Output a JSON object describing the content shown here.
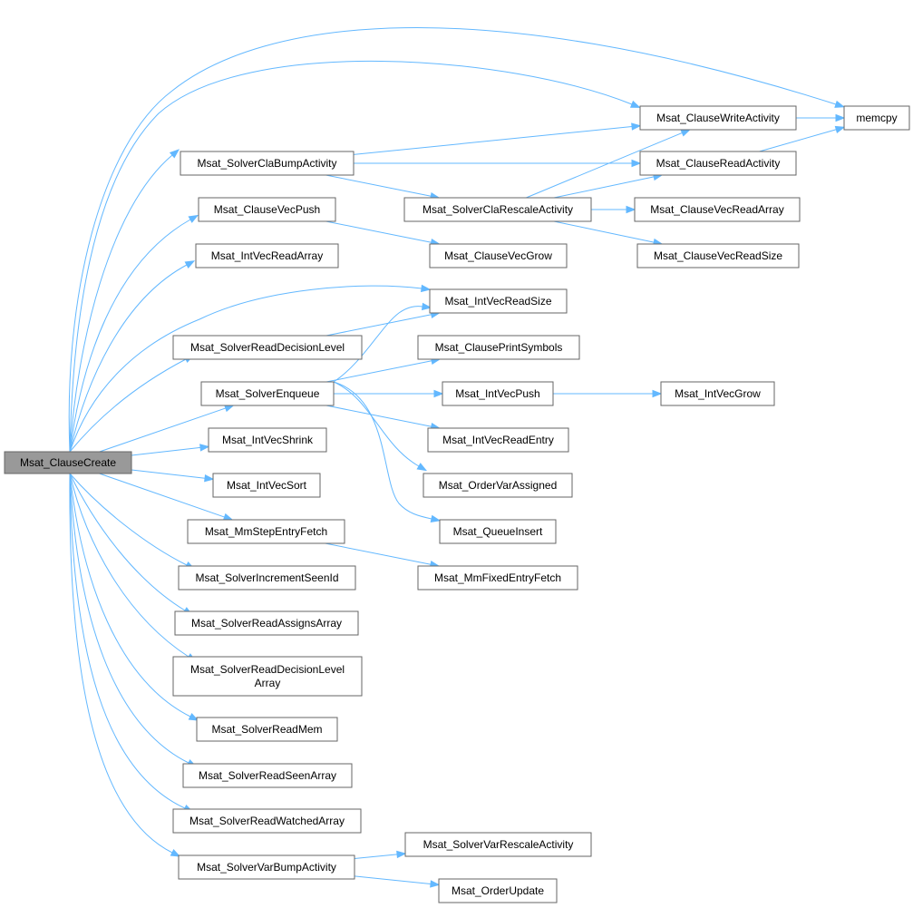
{
  "diagram": {
    "nodes": [
      {
        "id": "root",
        "lines": [
          "Msat_ClauseCreate"
        ],
        "root": true
      },
      {
        "id": "memcpy",
        "lines": [
          "memcpy"
        ]
      },
      {
        "id": "writeAct",
        "lines": [
          "Msat_ClauseWriteActivity"
        ]
      },
      {
        "id": "readAct",
        "lines": [
          "Msat_ClauseReadActivity"
        ]
      },
      {
        "id": "claBump",
        "lines": [
          "Msat_SolverClaBumpActivity"
        ]
      },
      {
        "id": "claRescale",
        "lines": [
          "Msat_SolverClaRescaleActivity"
        ]
      },
      {
        "id": "vecReadArray",
        "lines": [
          "Msat_ClauseVecReadArray"
        ]
      },
      {
        "id": "vecPush",
        "lines": [
          "Msat_ClauseVecPush"
        ]
      },
      {
        "id": "vecGrow",
        "lines": [
          "Msat_ClauseVecGrow"
        ]
      },
      {
        "id": "vecReadSize",
        "lines": [
          "Msat_ClauseVecReadSize"
        ]
      },
      {
        "id": "intReadArray",
        "lines": [
          "Msat_IntVecReadArray"
        ]
      },
      {
        "id": "intReadSize",
        "lines": [
          "Msat_IntVecReadSize"
        ]
      },
      {
        "id": "readDecLevel",
        "lines": [
          "Msat_SolverReadDecisionLevel"
        ]
      },
      {
        "id": "printSym",
        "lines": [
          "Msat_ClausePrintSymbols"
        ]
      },
      {
        "id": "enqueue",
        "lines": [
          "Msat_SolverEnqueue"
        ]
      },
      {
        "id": "intPush",
        "lines": [
          "Msat_IntVecPush"
        ]
      },
      {
        "id": "intGrow",
        "lines": [
          "Msat_IntVecGrow"
        ]
      },
      {
        "id": "intReadEntry",
        "lines": [
          "Msat_IntVecReadEntry"
        ]
      },
      {
        "id": "intShrink",
        "lines": [
          "Msat_IntVecShrink"
        ]
      },
      {
        "id": "orderVarAssigned",
        "lines": [
          "Msat_OrderVarAssigned"
        ]
      },
      {
        "id": "intSort",
        "lines": [
          "Msat_IntVecSort"
        ]
      },
      {
        "id": "queueInsert",
        "lines": [
          "Msat_QueueInsert"
        ]
      },
      {
        "id": "mmStep",
        "lines": [
          "Msat_MmStepEntryFetch"
        ]
      },
      {
        "id": "mmFixed",
        "lines": [
          "Msat_MmFixedEntryFetch"
        ]
      },
      {
        "id": "incSeen",
        "lines": [
          "Msat_SolverIncrementSeenId"
        ]
      },
      {
        "id": "readAssigns",
        "lines": [
          "Msat_SolverReadAssignsArray"
        ]
      },
      {
        "id": "readDecLevelArr",
        "lines": [
          "Msat_SolverReadDecisionLevel",
          "Array"
        ]
      },
      {
        "id": "readMem",
        "lines": [
          "Msat_SolverReadMem"
        ]
      },
      {
        "id": "readSeen",
        "lines": [
          "Msat_SolverReadSeenArray"
        ]
      },
      {
        "id": "readWatched",
        "lines": [
          "Msat_SolverReadWatchedArray"
        ]
      },
      {
        "id": "varBump",
        "lines": [
          "Msat_SolverVarBumpActivity"
        ]
      },
      {
        "id": "varRescale",
        "lines": [
          "Msat_SolverVarRescaleActivity"
        ]
      },
      {
        "id": "orderUpdate",
        "lines": [
          "Msat_OrderUpdate"
        ]
      }
    ],
    "edges": [
      {
        "from": "root",
        "to": "memcpy"
      },
      {
        "from": "root",
        "to": "writeAct"
      },
      {
        "from": "root",
        "to": "claBump"
      },
      {
        "from": "root",
        "to": "vecPush"
      },
      {
        "from": "root",
        "to": "intReadArray"
      },
      {
        "from": "root",
        "to": "intReadSize"
      },
      {
        "from": "root",
        "to": "readDecLevel"
      },
      {
        "from": "root",
        "to": "enqueue"
      },
      {
        "from": "root",
        "to": "intShrink"
      },
      {
        "from": "root",
        "to": "intSort"
      },
      {
        "from": "root",
        "to": "mmStep"
      },
      {
        "from": "root",
        "to": "incSeen"
      },
      {
        "from": "root",
        "to": "readAssigns"
      },
      {
        "from": "root",
        "to": "readDecLevelArr"
      },
      {
        "from": "root",
        "to": "readMem"
      },
      {
        "from": "root",
        "to": "readSeen"
      },
      {
        "from": "root",
        "to": "readWatched"
      },
      {
        "from": "root",
        "to": "varBump"
      },
      {
        "from": "writeAct",
        "to": "memcpy"
      },
      {
        "from": "readAct",
        "to": "memcpy"
      },
      {
        "from": "claBump",
        "to": "writeAct"
      },
      {
        "from": "claBump",
        "to": "readAct"
      },
      {
        "from": "claBump",
        "to": "claRescale"
      },
      {
        "from": "claRescale",
        "to": "writeAct"
      },
      {
        "from": "claRescale",
        "to": "readAct"
      },
      {
        "from": "claRescale",
        "to": "vecReadArray"
      },
      {
        "from": "claRescale",
        "to": "vecReadSize"
      },
      {
        "from": "vecPush",
        "to": "vecGrow"
      },
      {
        "from": "readDecLevel",
        "to": "intReadSize"
      },
      {
        "from": "enqueue",
        "to": "intReadSize"
      },
      {
        "from": "enqueue",
        "to": "printSym"
      },
      {
        "from": "enqueue",
        "to": "intPush"
      },
      {
        "from": "enqueue",
        "to": "intReadEntry"
      },
      {
        "from": "enqueue",
        "to": "orderVarAssigned"
      },
      {
        "from": "enqueue",
        "to": "queueInsert"
      },
      {
        "from": "intPush",
        "to": "intGrow"
      },
      {
        "from": "mmStep",
        "to": "mmFixed"
      },
      {
        "from": "varBump",
        "to": "varRescale"
      },
      {
        "from": "varBump",
        "to": "orderUpdate"
      }
    ]
  }
}
